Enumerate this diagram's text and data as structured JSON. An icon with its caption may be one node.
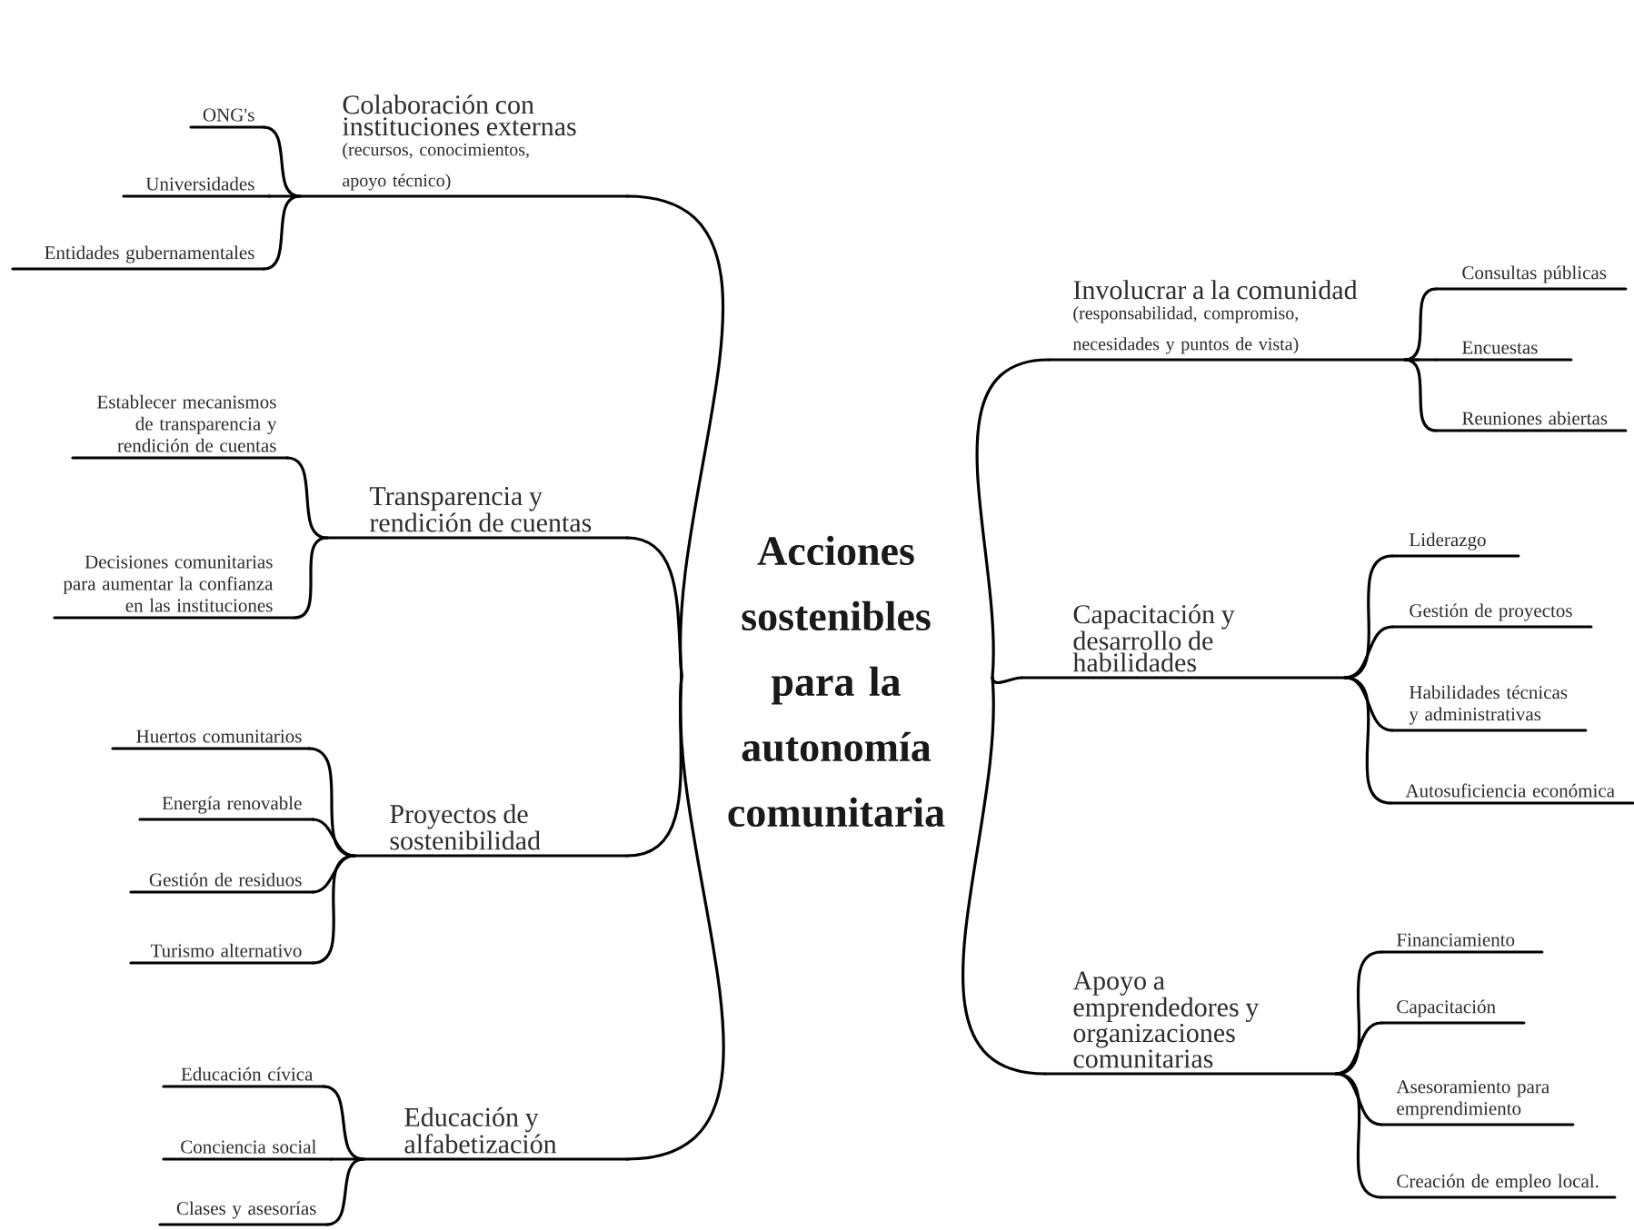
{
  "diagram": {
    "nodes": [
      {
        "text": [
          "Acciones sostenibles para la autonomía comunitaria"
        ]
      },
      {
        "text": [
          "Colaboración con instituciones externas",
          "(recursos, conocimientos, apoyo técnico)"
        ]
      },
      {
        "text": [
          "ONG's"
        ]
      },
      {
        "text": [
          "Universidades"
        ]
      },
      {
        "text": [
          "Entidades gubernamentales"
        ]
      },
      {
        "text": [
          "Transparencia y rendición de cuentas"
        ]
      },
      {
        "text": [
          "Establecer mecanismos de transparencia y rendición de cuentas"
        ]
      },
      {
        "text": [
          "Decisiones comunitarias para aumentar la confianza en las instituciones"
        ]
      },
      {
        "text": [
          "Proyectos de sostenibilidad"
        ]
      },
      {
        "text": [
          "Huertos comunitarios"
        ]
      },
      {
        "text": [
          "Energía renovable"
        ]
      },
      {
        "text": [
          "Gestión de residuos"
        ]
      },
      {
        "text": [
          "Turismo alternativo"
        ]
      },
      {
        "text": [
          "Educación y alfabetización"
        ]
      },
      {
        "text": [
          "Educación cívica"
        ]
      },
      {
        "text": [
          "Conciencia social"
        ]
      },
      {
        "text": [
          "Clases y asesorías"
        ]
      },
      {
        "text": [
          "Involucrar a la comunidad",
          "(responsabilidad, compromiso, necesidades y puntos de vista)"
        ]
      },
      {
        "text": [
          "Consultas públicas"
        ]
      },
      {
        "text": [
          "Encuestas"
        ]
      },
      {
        "text": [
          "Reuniones abiertas"
        ]
      },
      {
        "text": [
          "Capacitación y desarrollo de habilidades"
        ]
      },
      {
        "text": [
          "Liderazgo"
        ]
      },
      {
        "text": [
          "Gestión de proyectos"
        ]
      },
      {
        "text": [
          "Habilidades técnicas y administrativas"
        ]
      },
      {
        "text": [
          "Autosuficiencia económica"
        ]
      },
      {
        "text": [
          "Apoyo a emprendedores y organizaciones comunitarias"
        ]
      },
      {
        "text": [
          "Financiamiento"
        ]
      },
      {
        "text": [
          "Capacitación"
        ]
      },
      {
        "text": [
          "Asesoramiento para emprendimiento"
        ]
      },
      {
        "text": [
          "Creación de empleo local."
        ]
      }
    ],
    "edges": [
      {
        "from": 0,
        "to": 1,
        "arrow": "none"
      },
      {
        "from": 0,
        "to": 5,
        "arrow": "none"
      },
      {
        "from": 0,
        "to": 8,
        "arrow": "none"
      },
      {
        "from": 0,
        "to": 13,
        "arrow": "none"
      },
      {
        "from": 0,
        "to": 17,
        "arrow": "none"
      },
      {
        "from": 0,
        "to": 21,
        "arrow": "none"
      },
      {
        "from": 0,
        "to": 26,
        "arrow": "none"
      },
      {
        "from": 1,
        "to": 2,
        "arrow": "none"
      },
      {
        "from": 1,
        "to": 3,
        "arrow": "none"
      },
      {
        "from": 1,
        "to": 4,
        "arrow": "none"
      },
      {
        "from": 5,
        "to": 6,
        "arrow": "none"
      },
      {
        "from": 5,
        "to": 7,
        "arrow": "none"
      },
      {
        "from": 8,
        "to": 9,
        "arrow": "none"
      },
      {
        "from": 8,
        "to": 10,
        "arrow": "none"
      },
      {
        "from": 8,
        "to": 11,
        "arrow": "none"
      },
      {
        "from": 8,
        "to": 12,
        "arrow": "none"
      },
      {
        "from": 13,
        "to": 14,
        "arrow": "none"
      },
      {
        "from": 13,
        "to": 15,
        "arrow": "none"
      },
      {
        "from": 13,
        "to": 16,
        "arrow": "none"
      },
      {
        "from": 17,
        "to": 18,
        "arrow": "none"
      },
      {
        "from": 17,
        "to": 19,
        "arrow": "none"
      },
      {
        "from": 17,
        "to": 20,
        "arrow": "none"
      },
      {
        "from": 21,
        "to": 22,
        "arrow": "none"
      },
      {
        "from": 21,
        "to": 23,
        "arrow": "none"
      },
      {
        "from": 21,
        "to": 24,
        "arrow": "none"
      },
      {
        "from": 21,
        "to": 25,
        "arrow": "none"
      },
      {
        "from": 26,
        "to": 27,
        "arrow": "none"
      },
      {
        "from": 26,
        "to": 28,
        "arrow": "none"
      },
      {
        "from": 26,
        "to": 29,
        "arrow": "none"
      },
      {
        "from": 26,
        "to": 30,
        "arrow": "none"
      }
    ]
  }
}
